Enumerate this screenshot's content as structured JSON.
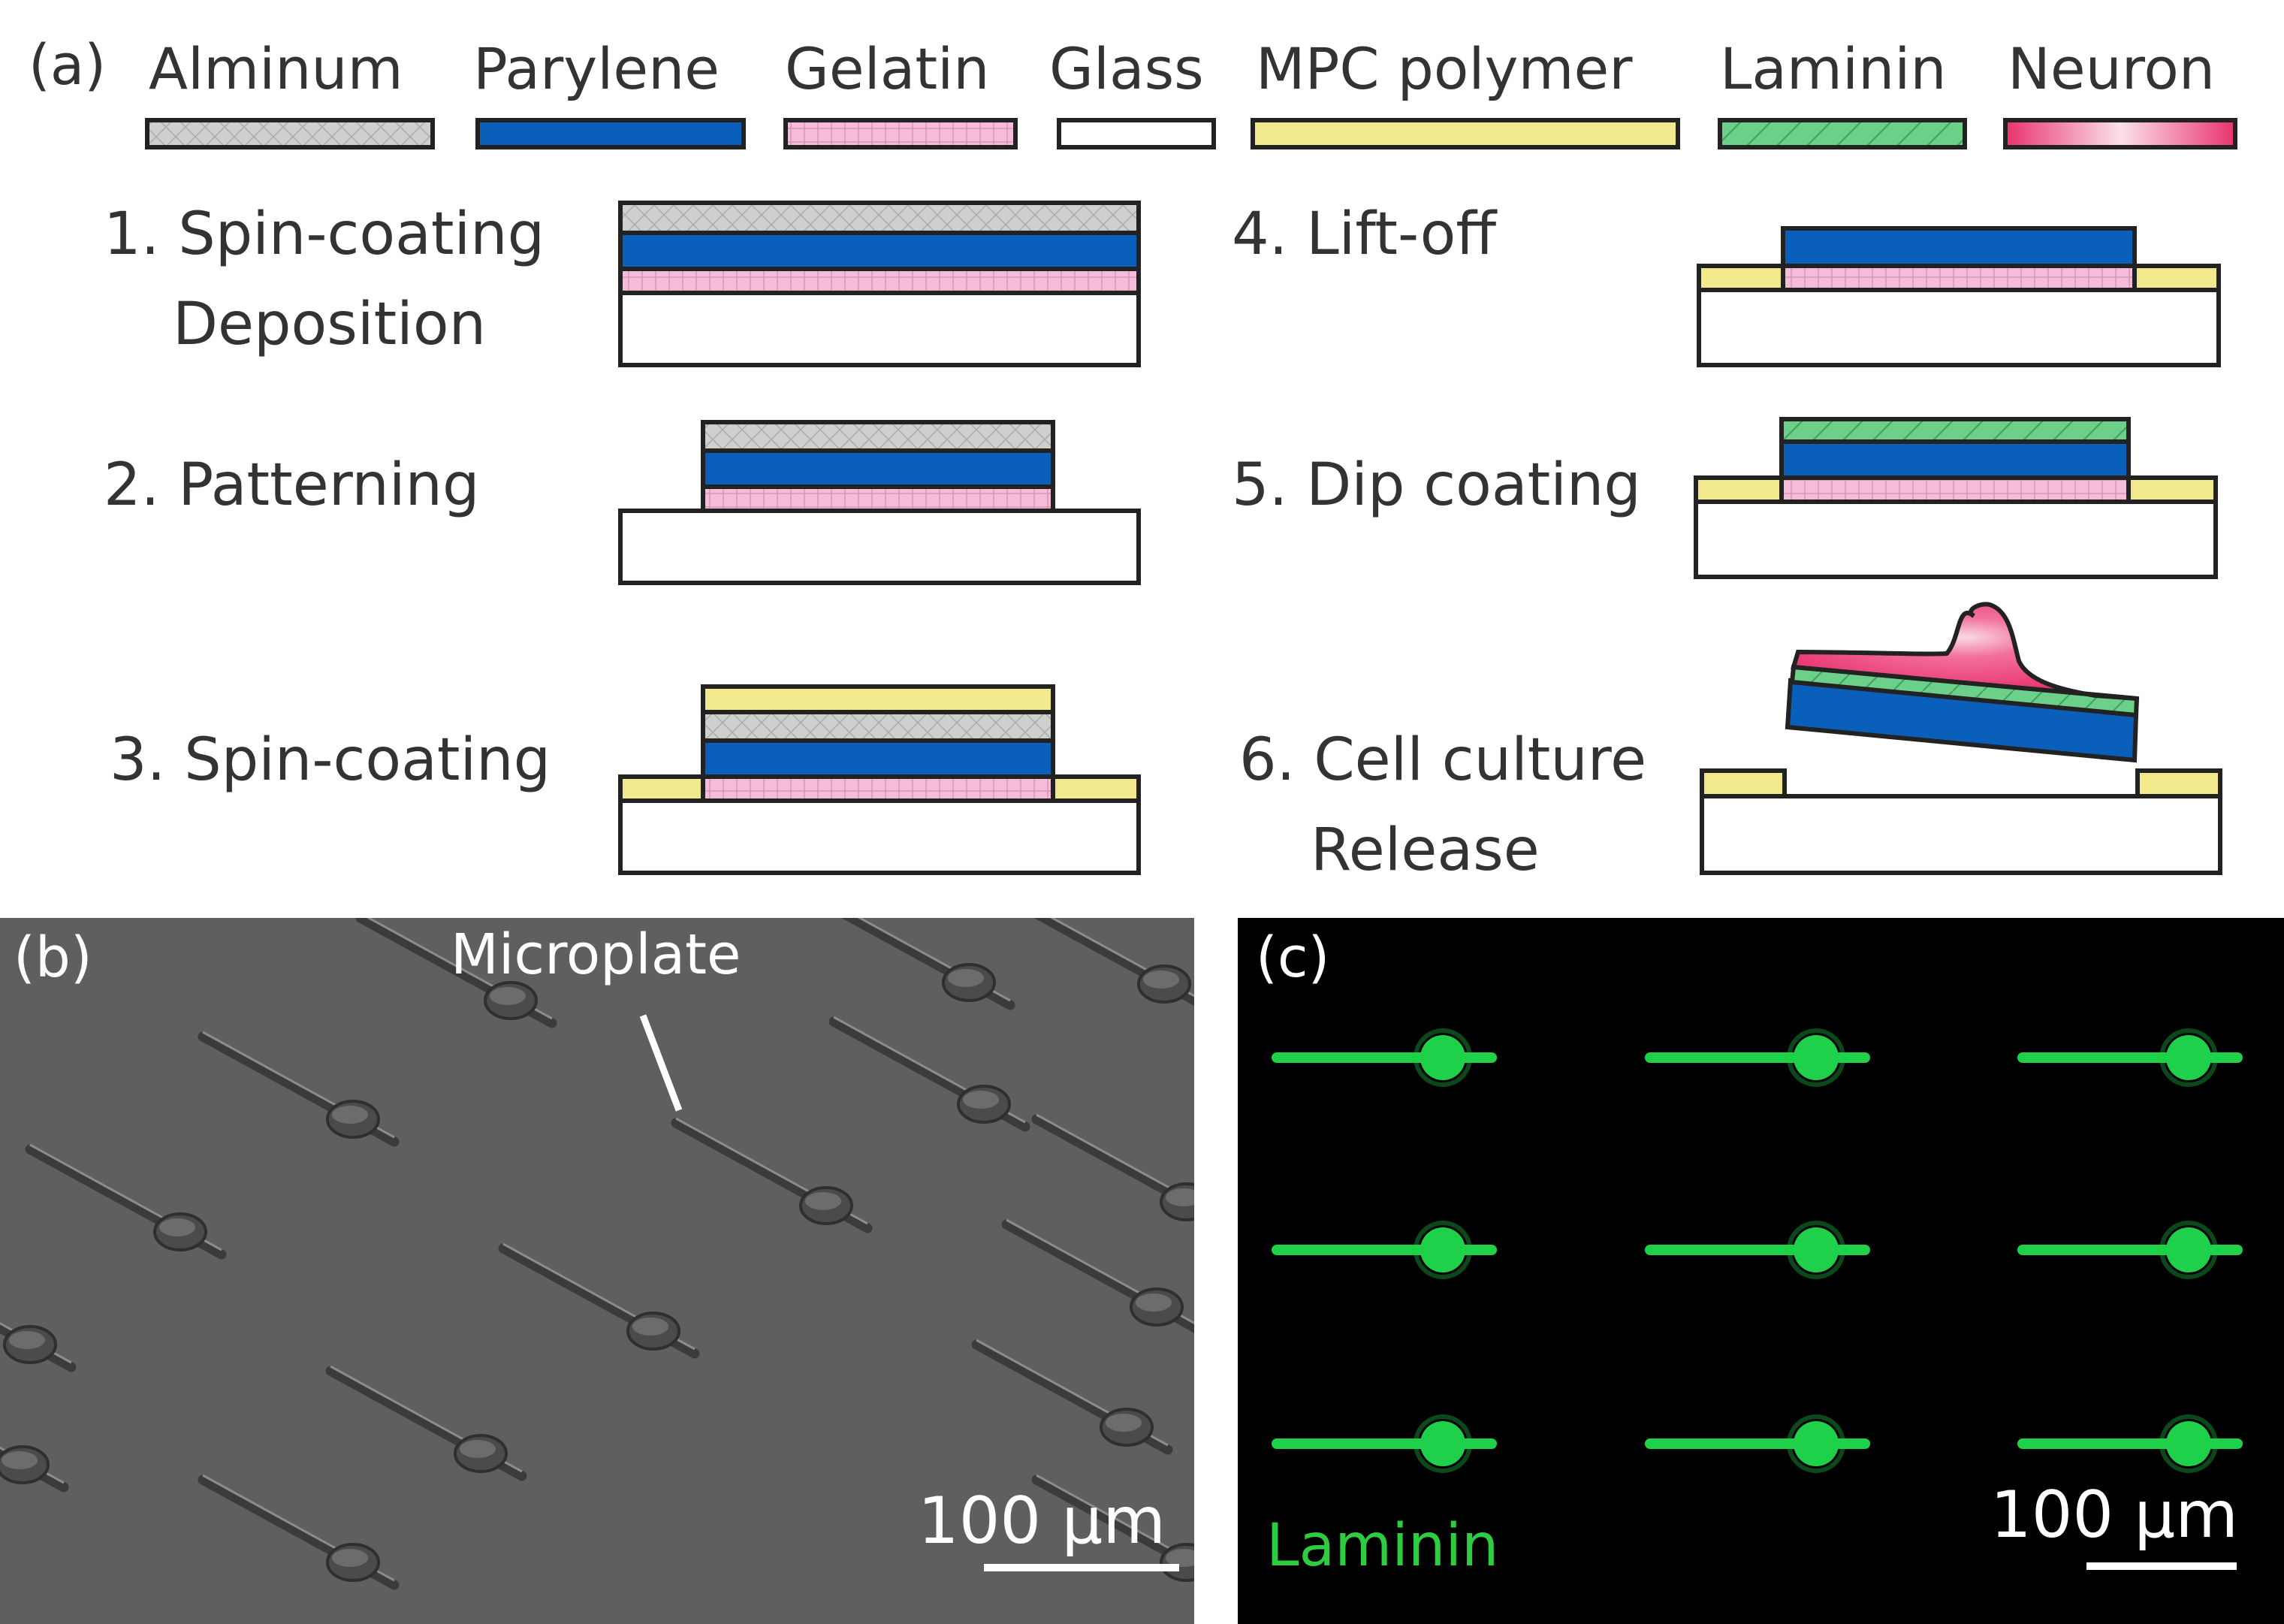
{
  "panel_a": {
    "label": "(a)",
    "legend": [
      {
        "key": "aluminum",
        "text": "Alminum",
        "color": "#cdd0cd"
      },
      {
        "key": "parylene",
        "text": "Parylene",
        "color": "#0a5fba"
      },
      {
        "key": "gelatin",
        "text": "Gelatin",
        "color": "#f5bcd9"
      },
      {
        "key": "glass",
        "text": "Glass",
        "color": "#ffffff"
      },
      {
        "key": "mpc",
        "text": "MPC polymer",
        "color": "#f1e98c"
      },
      {
        "key": "laminin",
        "text": "Laminin",
        "color": "#6dd08a"
      },
      {
        "key": "neuron",
        "text": "Neuron",
        "color": "#e83a72"
      }
    ],
    "steps": [
      {
        "line1": "1. Spin-coating",
        "line2": "Deposition"
      },
      {
        "line1": "2. Patterning",
        "line2": ""
      },
      {
        "line1": "3. Spin-coating",
        "line2": ""
      },
      {
        "line1": "4. Lift-off",
        "line2": ""
      },
      {
        "line1": "5. Dip coating",
        "line2": ""
      },
      {
        "line1": "6. Cell culture",
        "line2": "Release"
      }
    ]
  },
  "panel_b": {
    "label": "(b)",
    "annotation": "Microplate",
    "scale_bar": "100 µm",
    "bg_color": "#5e5f60"
  },
  "panel_c": {
    "label": "(c)",
    "stain": "Laminin",
    "scale_bar": "100 µm",
    "fluor_color": "#1fd14a"
  }
}
